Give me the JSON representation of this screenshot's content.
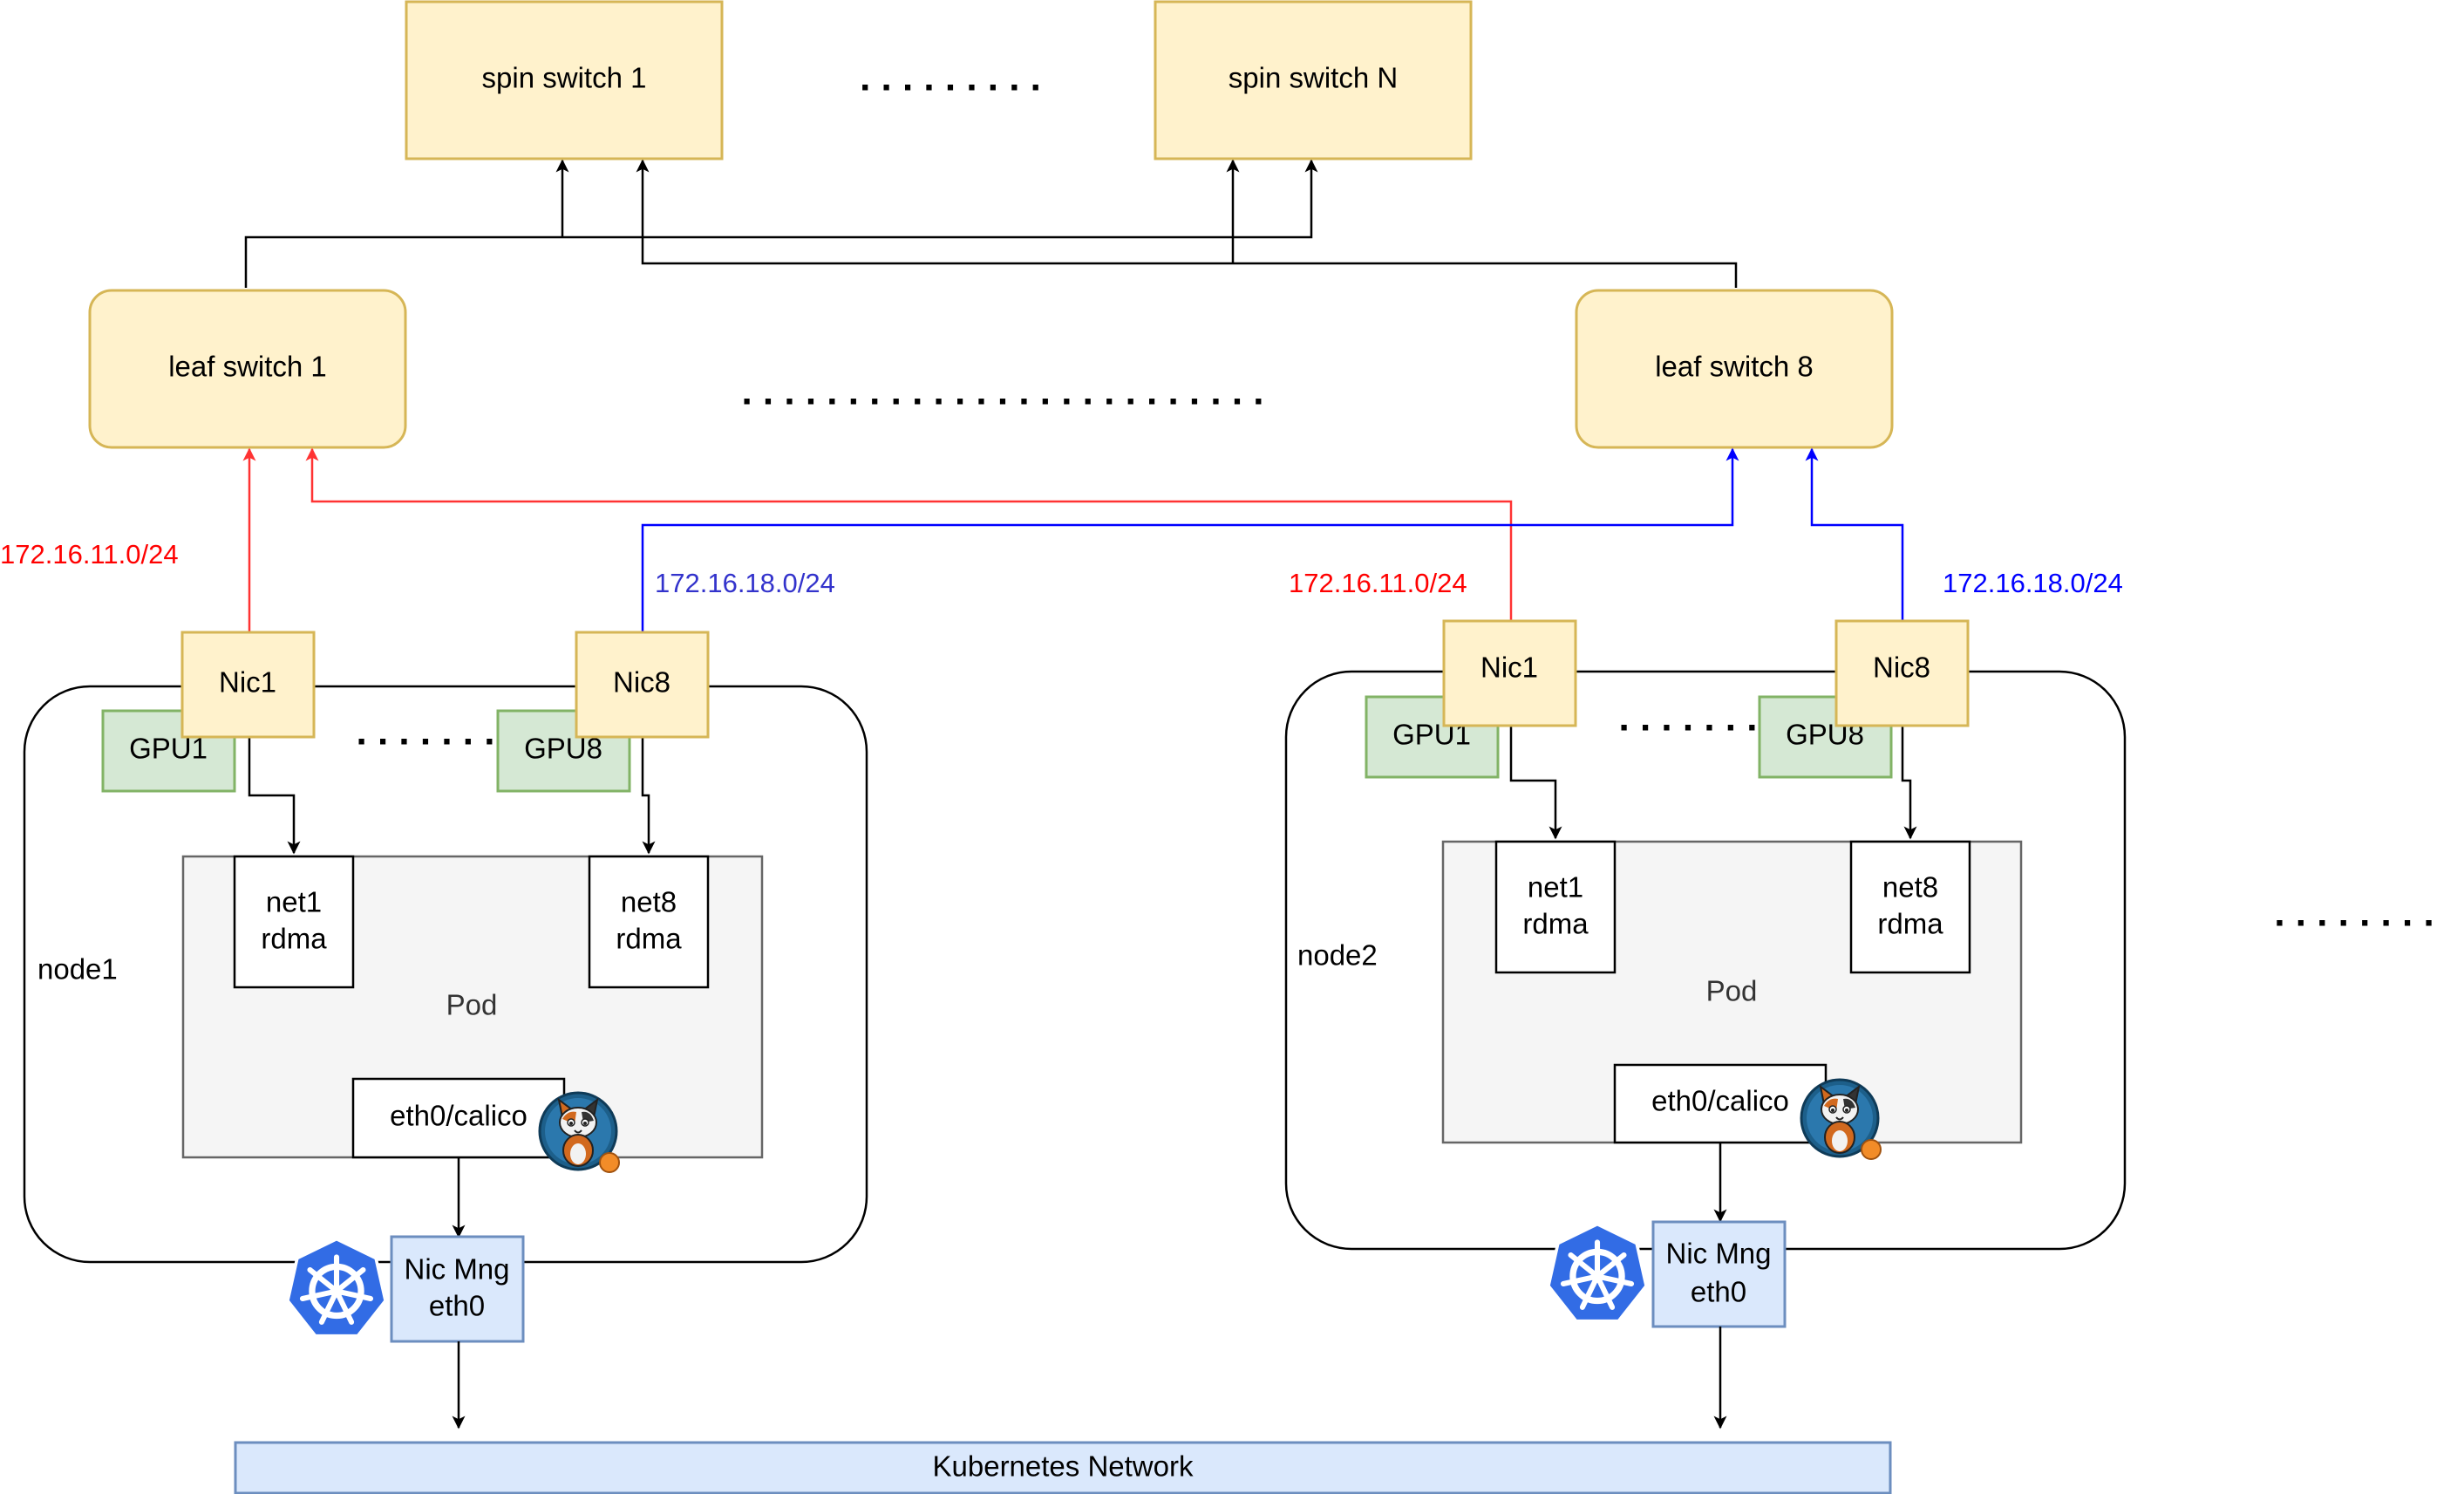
{
  "spine": {
    "switch_1": "spin switch 1",
    "switch_n": "spin switch N",
    "ellipsis": ". . . . . . . . ."
  },
  "leaf": {
    "switch_1": "leaf switch 1",
    "switch_8": "leaf switch 8",
    "ellipsis": ". . . . . . . . . . . . . . . . . . . . . . . . ."
  },
  "subnets": {
    "rail1": "172.16.11.0/24",
    "rail8": "172.16.18.0/24"
  },
  "nodes": [
    {
      "name": "node1",
      "nic1": "Nic1",
      "nic8": "Nic8",
      "gpu1": "GPU1",
      "gpu8": "GPU8",
      "gpu_ellipsis": ". . . . . . .",
      "pod": "Pod",
      "net1": [
        "net1",
        "rdma"
      ],
      "net8": [
        "net8",
        "rdma"
      ],
      "eth0": "eth0/calico",
      "nic_mng": [
        "Nic Mng",
        "eth0"
      ]
    },
    {
      "name": "node2",
      "nic1": "Nic1",
      "nic8": "Nic8",
      "gpu1": "GPU1",
      "gpu8": "GPU8",
      "gpu_ellipsis": ". . . . . . .",
      "pod": "Pod",
      "net1": [
        "net1",
        "rdma"
      ],
      "net8": [
        "net8",
        "rdma"
      ],
      "eth0": "eth0/calico",
      "nic_mng": [
        "Nic Mng",
        "eth0"
      ]
    }
  ],
  "more_nodes_ellipsis": ". . . . . . . .",
  "kubernetes_network": "Kubernetes Network",
  "icons": [
    "kubernetes-icon",
    "calico-cat-icon"
  ],
  "colors": {
    "switch_fill": "#fff2cc",
    "switch_stroke": "#d6b656",
    "gpu_fill": "#d5e8d4",
    "gpu_stroke": "#82b366",
    "pod_fill": "#f5f5f5",
    "pod_stroke": "#666666",
    "mng_fill": "#dae8fc",
    "mng_stroke": "#6c8ebf",
    "rail1_line": "#ff3333",
    "rail1_text": "#ff0000",
    "rail8_line": "#0000ff",
    "rail8_text": "#3333cc",
    "k8s_blue": "#326ce5"
  }
}
